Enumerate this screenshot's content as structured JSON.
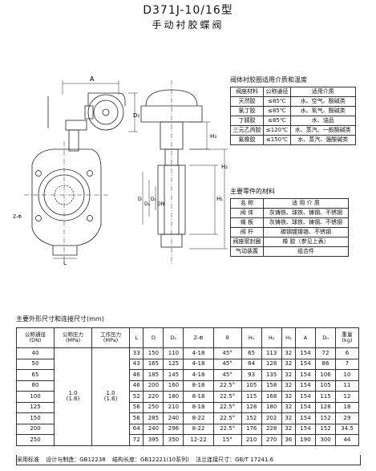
{
  "title": "D371J-10/16型",
  "subtitle": "手动衬胶蝶阀",
  "drawing_labels": {
    "A": "A",
    "D2": "D₂",
    "H3": "H₃",
    "H1": "H₁",
    "H2": "H₂",
    "D": "D",
    "D0": "D₀",
    "D1": "D₁",
    "DN": "DN",
    "L": "L",
    "Z": "Z-Φ"
  },
  "medium_table": {
    "title": "阀体衬胶圈适用介质和温度",
    "headers": [
      "阀座材料",
      "公称通径",
      "适用介质"
    ],
    "rows": [
      [
        "天然胶",
        "≤85℃",
        "水、空气、酸碱类"
      ],
      [
        "氯丁胶",
        "≤85℃",
        "水、氧气、酸碱类"
      ],
      [
        "丁腈胶",
        "≤85℃",
        "水、油品"
      ],
      [
        "三元乙丙胶",
        "≤120℃",
        "水、蒸汽、一般酸碱类"
      ],
      [
        "氟橡胶",
        "≤150℃",
        "水、蒸汽、强酸碱类"
      ]
    ]
  },
  "parts_table": {
    "title": "主要零件的材料",
    "headers": [
      "名 称",
      "适 用 介 质"
    ],
    "rows": [
      [
        "阀 体",
        "灰铸铁、球铁、铸钢、不锈钢"
      ],
      [
        "蝶 板",
        "灰铸铁、球铁、铸钢、不锈钢"
      ],
      [
        "阀 杆",
        "碳钢镀镍铬、不锈钢"
      ],
      [
        "阀座密封圈",
        "橡 胶（参见上表）"
      ],
      [
        "气动装置",
        "组合件"
      ]
    ]
  },
  "dim_table": {
    "title": "主要外形尺寸和连接尺寸(mm)",
    "headers": [
      "公称通径\n(DN)",
      "公称压力\n(MPa)",
      "工作压力\n(MPa)",
      "L",
      "D",
      "D₁",
      "Z-Φ",
      "θ",
      "H₁",
      "H₂",
      "H₃",
      "A",
      "D₀",
      "重量\n(kg)"
    ],
    "pressure_nominal": "1.0\n(1.6)",
    "pressure_work": "1.0\n(1.6)",
    "rows": [
      [
        "40",
        "33",
        "150",
        "110",
        "4-18",
        "45°",
        "65",
        "113",
        "32",
        "154",
        "72",
        "6"
      ],
      [
        "50",
        "43",
        "165",
        "125",
        "4-18",
        "45°",
        "84",
        "128",
        "32",
        "154",
        "86",
        "7"
      ],
      [
        "65",
        "46",
        "185",
        "145",
        "4-18",
        "45°",
        "93",
        "135",
        "32",
        "154",
        "106",
        "10"
      ],
      [
        "80",
        "46",
        "200",
        "160",
        "8-18",
        "22.5°",
        "105",
        "158",
        "32",
        "154",
        "105",
        "11"
      ],
      [
        "100",
        "52",
        "220",
        "180",
        "8-18",
        "22.5°",
        "115",
        "168",
        "32",
        "154",
        "115",
        "12"
      ],
      [
        "125",
        "56",
        "250",
        "210",
        "8-18",
        "22.5°",
        "128",
        "180",
        "32",
        "154",
        "128",
        "18"
      ],
      [
        "150",
        "56",
        "285",
        "240",
        "8-22",
        "22.5°",
        "152",
        "202",
        "32",
        "154",
        "152",
        "29"
      ],
      [
        "200",
        "64",
        "240",
        "296",
        "8-22",
        "22.5°",
        "176",
        "228",
        "32",
        "154",
        "152",
        "34.5"
      ],
      [
        "250",
        "72",
        "395",
        "350",
        "12-22",
        "15°",
        "210",
        "270",
        "36",
        "190",
        "300",
        "44"
      ]
    ]
  },
  "footer": {
    "label": "采用标准",
    "items": [
      "设计与制造：GB12238",
      "结构长度：GB12221(10系列)",
      "法兰连接尺寸：GB/T 17241.6"
    ]
  }
}
